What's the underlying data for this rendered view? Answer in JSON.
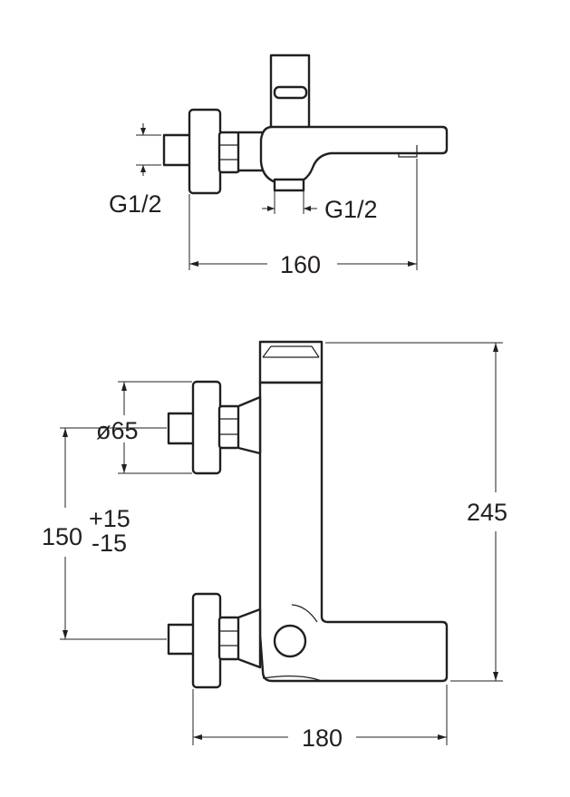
{
  "top_view": {
    "inlet_thread_label": "G1/2",
    "outlet_thread_label": "G1/2",
    "width_label": "160"
  },
  "front_view": {
    "rosette_diameter_label": "ø65",
    "center_distance_label": "150",
    "tolerance_plus_label": "+15",
    "tolerance_minus_label": "-15",
    "height_label": "245",
    "width_label": "180"
  }
}
